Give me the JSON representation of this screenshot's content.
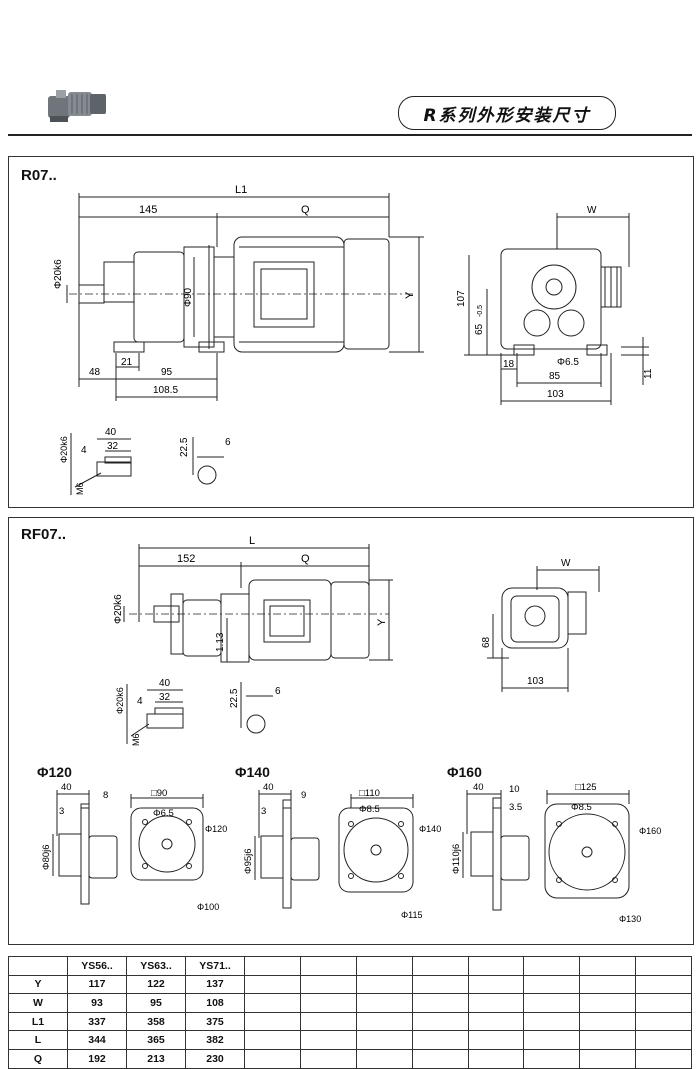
{
  "header": {
    "title": "R系列外形安装尺寸"
  },
  "r07": {
    "label": "R07..",
    "dims": {
      "L1": "L1",
      "d145": "145",
      "Q": "Q",
      "shaft": "Φ20k6",
      "d90": "Φ90",
      "Y": "Y",
      "d48": "48",
      "d21": "21",
      "d95": "95",
      "d108": "108.5",
      "W": "W",
      "d107": "107",
      "d65": "65",
      "d65tol": "-0.5",
      "d18": "18",
      "phi65": "Φ6.5",
      "d85": "85",
      "d103": "103",
      "d11": "11"
    },
    "shaft_detail": {
      "phi": "Φ20k6",
      "d40": "40",
      "d4": "4",
      "d32": "32",
      "m6": "M6",
      "d225": "22.5",
      "d6": "6"
    }
  },
  "rf07": {
    "label": "RF07..",
    "dims": {
      "L": "L",
      "d152": "152",
      "Q": "Q",
      "shaft": "Φ20k6",
      "d113": "1.13",
      "Y": "Y",
      "W": "W",
      "d68": "68",
      "d103": "103"
    },
    "shaft_detail": {
      "phi": "Φ20k6",
      "d40": "40",
      "d4": "4",
      "d32": "32",
      "m6": "M6",
      "d225": "22.5",
      "d6": "6"
    },
    "flanges": [
      {
        "title": "Φ120",
        "a": "40",
        "b": "8",
        "c": "3",
        "spig": "Φ80j6",
        "sq": "□90",
        "hole": "Φ6.5",
        "outer": "Φ120",
        "pcd": "Φ100"
      },
      {
        "title": "Φ140",
        "a": "40",
        "b": "9",
        "c": "3",
        "spig": "Φ95j6",
        "sq": "□110",
        "hole": "Φ8.5",
        "outer": "Φ140",
        "pcd": "Φ115"
      },
      {
        "title": "Φ160",
        "a": "40",
        "b": "10",
        "c": "3.5",
        "spig": "Φ110j6",
        "sq": "□125",
        "hole": "Φ8.5",
        "outer": "Φ160",
        "pcd": "Φ130"
      }
    ]
  },
  "table": {
    "columns": [
      "",
      "YS56..",
      "YS63..",
      "YS71..",
      "",
      "",
      "",
      "",
      "",
      "",
      "",
      ""
    ],
    "rows": [
      {
        "label": "Y",
        "values": [
          "117",
          "122",
          "137"
        ]
      },
      {
        "label": "W",
        "values": [
          "93",
          "95",
          "108"
        ]
      },
      {
        "label": "L1",
        "values": [
          "337",
          "358",
          "375"
        ]
      },
      {
        "label": "L",
        "values": [
          "344",
          "365",
          "382"
        ]
      },
      {
        "label": "Q",
        "values": [
          "192",
          "213",
          "230"
        ]
      }
    ]
  }
}
